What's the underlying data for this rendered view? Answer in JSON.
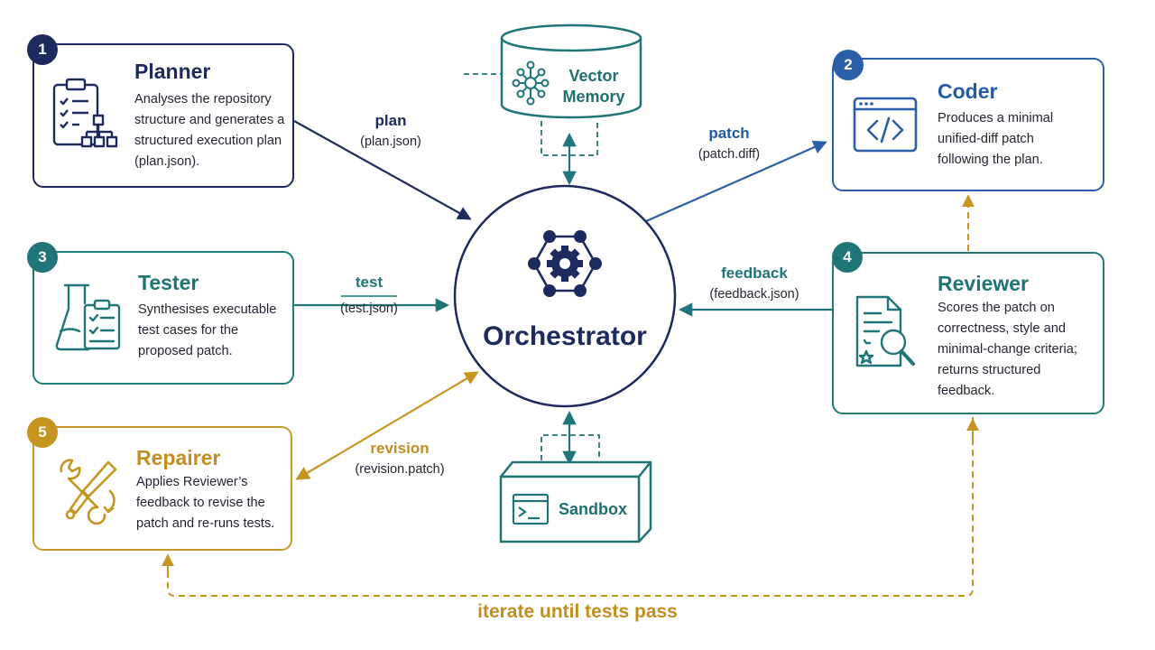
{
  "colors": {
    "navy": "#1c2a5e",
    "blue": "#2a5ea6",
    "teal": "#1f7578",
    "gold": "#c5951f"
  },
  "agents": {
    "planner": {
      "number": "1",
      "name": "Planner",
      "description": "Analyses the repository structure and generates a structured execution plan (plan.json).",
      "icon": "clipboard-hierarchy-icon"
    },
    "coder": {
      "number": "2",
      "name": "Coder",
      "description": "Produces a minimal unified-diff patch following the plan.",
      "icon": "code-window-icon"
    },
    "tester": {
      "number": "3",
      "name": "Tester",
      "description": "Synthesises executable test cases for the proposed patch.",
      "icon": "flask-checklist-icon"
    },
    "reviewer": {
      "number": "4",
      "name": "Reviewer",
      "description": "Scores the patch on correctness, style and minimal-change criteria; returns structured feedback.",
      "icon": "document-magnifier-icon"
    },
    "repairer": {
      "number": "5",
      "name": "Repairer",
      "description": "Applies Reviewer’s feedback to revise the patch and re-runs tests.",
      "icon": "wrench-screwdriver-icon"
    }
  },
  "orchestrator": {
    "label": "Orchestrator",
    "icon": "gear-network-icon"
  },
  "stores": {
    "vector_memory": {
      "label_line1": "Vector",
      "label_line2": "Memory",
      "icon": "network-node-icon"
    },
    "sandbox": {
      "label": "Sandbox",
      "icon": "terminal-icon"
    }
  },
  "edges": {
    "plan": {
      "label": "plan",
      "artifact": "(plan.json)"
    },
    "patch": {
      "label": "patch",
      "artifact": "(patch.diff)"
    },
    "test": {
      "label": "test",
      "artifact": "(test.json)"
    },
    "feedback": {
      "label": "feedback",
      "artifact": "(feedback.json)"
    },
    "revision": {
      "label": "revision",
      "artifact": "(revision.patch)"
    }
  },
  "loop": {
    "label": "iterate until tests pass"
  }
}
